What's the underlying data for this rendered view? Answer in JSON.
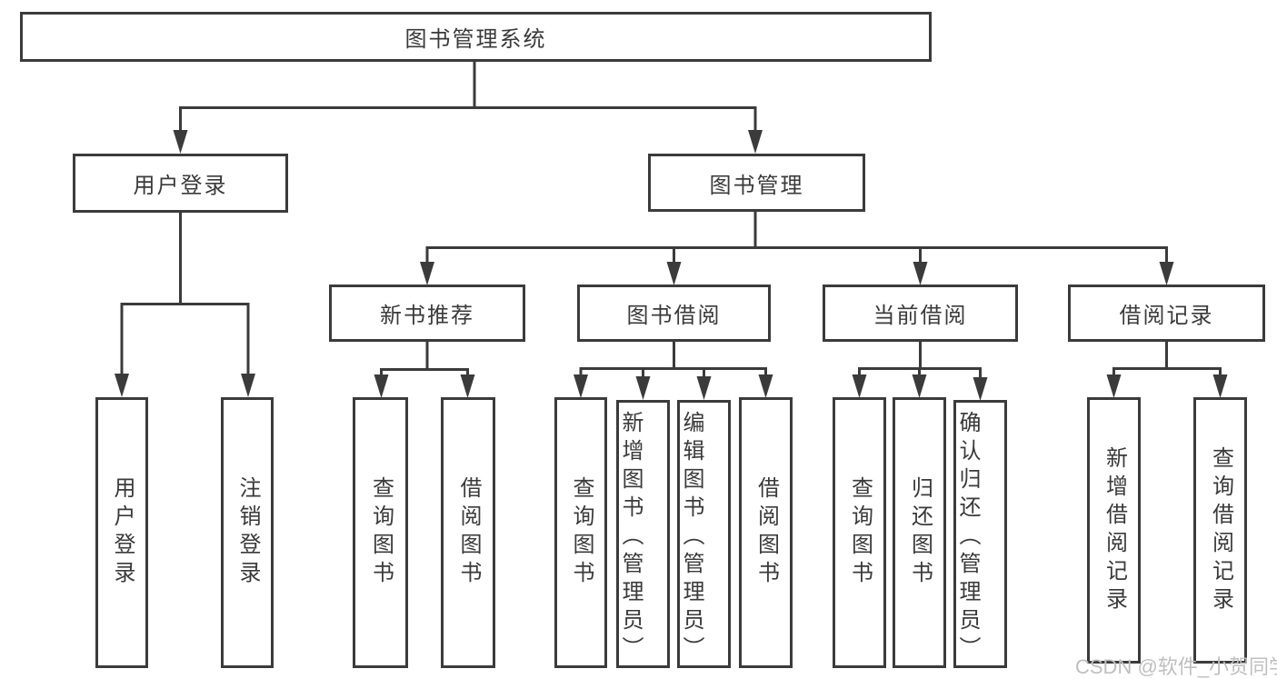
{
  "diagram": {
    "type": "tree",
    "line_color": "#3b3b3b",
    "nodes": {
      "root": {
        "label": "图书管理系统"
      },
      "user_login": {
        "label": "用户登录"
      },
      "book_management": {
        "label": "图书管理"
      },
      "new_book_recommend": {
        "label": "新书推荐"
      },
      "book_borrow": {
        "label": "图书借阅"
      },
      "current_borrow": {
        "label": "当前借阅"
      },
      "borrow_records": {
        "label": "借阅记录"
      },
      "user_login_leaf": {
        "label": "用户登录"
      },
      "logout_leaf": {
        "label": "注销登录"
      },
      "nb_query_books": {
        "label": "查询图书"
      },
      "nb_borrow_books": {
        "label": "借阅图书"
      },
      "bb_query_books": {
        "label": "查询图书"
      },
      "bb_add_books": {
        "label": "新增图书（管理员）"
      },
      "bb_edit_books": {
        "label": "编辑图书（管理员）"
      },
      "bb_borrow_books": {
        "label": "借阅图书"
      },
      "cb_query_books": {
        "label": "查询图书"
      },
      "cb_return_books": {
        "label": "归还图书"
      },
      "cb_confirm_return": {
        "label": "确认归还（管理员）"
      },
      "br_add_record": {
        "label": "新增借阅记录"
      },
      "br_query_record": {
        "label": "查询借阅记录"
      }
    },
    "edges": [
      [
        "root",
        "user_login"
      ],
      [
        "root",
        "book_management"
      ],
      [
        "user_login",
        "user_login_leaf"
      ],
      [
        "user_login",
        "logout_leaf"
      ],
      [
        "book_management",
        "new_book_recommend"
      ],
      [
        "book_management",
        "book_borrow"
      ],
      [
        "book_management",
        "current_borrow"
      ],
      [
        "book_management",
        "borrow_records"
      ],
      [
        "new_book_recommend",
        "nb_query_books"
      ],
      [
        "new_book_recommend",
        "nb_borrow_books"
      ],
      [
        "book_borrow",
        "bb_query_books"
      ],
      [
        "book_borrow",
        "bb_add_books"
      ],
      [
        "book_borrow",
        "bb_edit_books"
      ],
      [
        "book_borrow",
        "bb_borrow_books"
      ],
      [
        "current_borrow",
        "cb_query_books"
      ],
      [
        "current_borrow",
        "cb_return_books"
      ],
      [
        "current_borrow",
        "cb_confirm_return"
      ],
      [
        "borrow_records",
        "br_add_record"
      ],
      [
        "borrow_records",
        "br_query_record"
      ]
    ],
    "watermark": "CSDN @软件_小贺同学"
  }
}
